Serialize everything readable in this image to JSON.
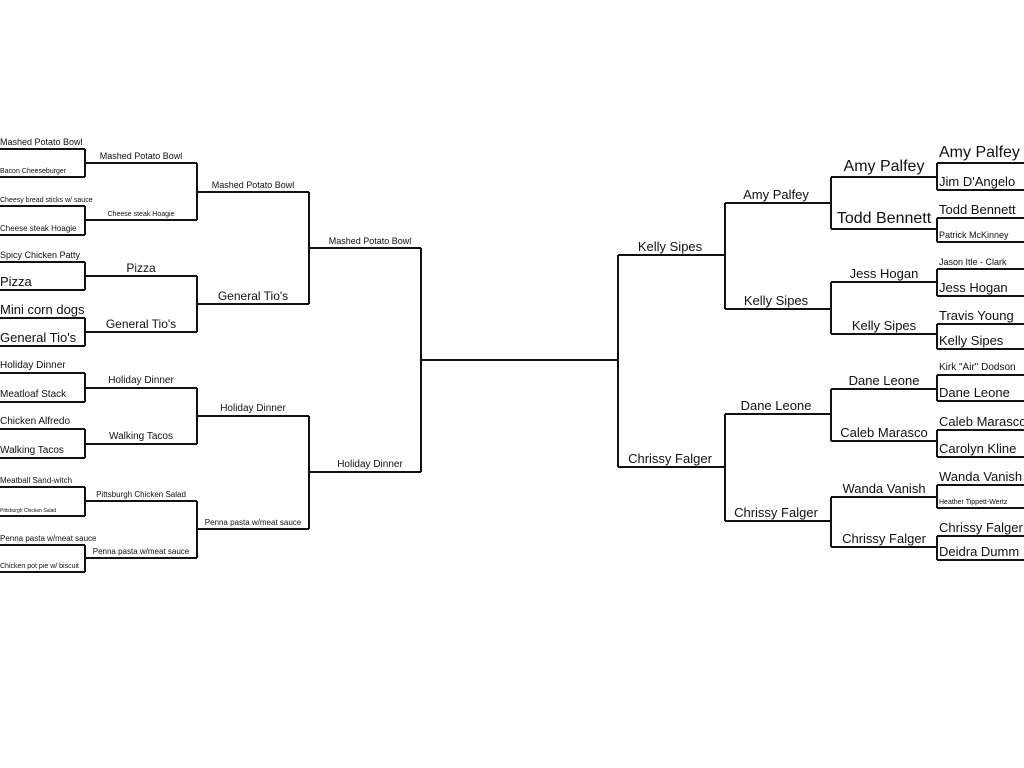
{
  "left_bracket": {
    "round1": [
      "Mashed Potato Bowl",
      "Bacon Cheeseburger",
      "Cheesy bread sticks w/ sauce",
      "Cheese steak Hoagie",
      "Spicy Chicken Patty",
      "Pizza",
      "Mini corn dogs",
      "General Tio's",
      "Holiday Dinner",
      "Meatloaf Stack",
      "Chicken Alfredo",
      "Walking Tacos",
      "Meatball Sand-witch",
      "Pittsburgh Chicken Salad",
      "Penna pasta w/meat sauce",
      "Chicken pot pie w/ biscuit"
    ],
    "round2": [
      "Mashed Potato Bowl",
      "Cheese steak Hoagie",
      "Pizza",
      "General Tio's",
      "Holiday Dinner",
      "Walking Tacos",
      "Pittsburgh Chicken Salad",
      "Penna pasta w/meat sauce"
    ],
    "round3": [
      "Mashed Potato Bowl",
      "General Tio's",
      "Holiday Dinner",
      "Penna pasta w/meat sauce"
    ],
    "round4": [
      "Mashed Potato Bowl",
      "Holiday Dinner"
    ]
  },
  "right_bracket": {
    "round1": [
      "Amy Palfey",
      "Jim D'Angelo",
      "Todd Bennett",
      "Patrick McKinney",
      "Jason Itle - Clark",
      "Jess Hogan",
      "Travis Young",
      "Kelly Sipes",
      "Kirk \"Air\" Dodson",
      "Dane Leone",
      "Caleb Marasco",
      "Carolyn Kline",
      "Wanda Vanish",
      "Heather Tippett-Wertz",
      "Chrissy Falger",
      "Deidra Dumm"
    ],
    "round2": [
      "Amy Palfey",
      "Todd Bennett",
      "Jess Hogan",
      "Kelly Sipes",
      "Dane Leone",
      "Caleb Marasco",
      "Wanda Vanish",
      "Chrissy Falger"
    ],
    "round3": [
      "Amy Palfey",
      "Kelly Sipes",
      "Dane Leone",
      "Chrissy Falger"
    ],
    "round4": [
      "Kelly Sipes",
      "Chrissy Falger"
    ]
  }
}
